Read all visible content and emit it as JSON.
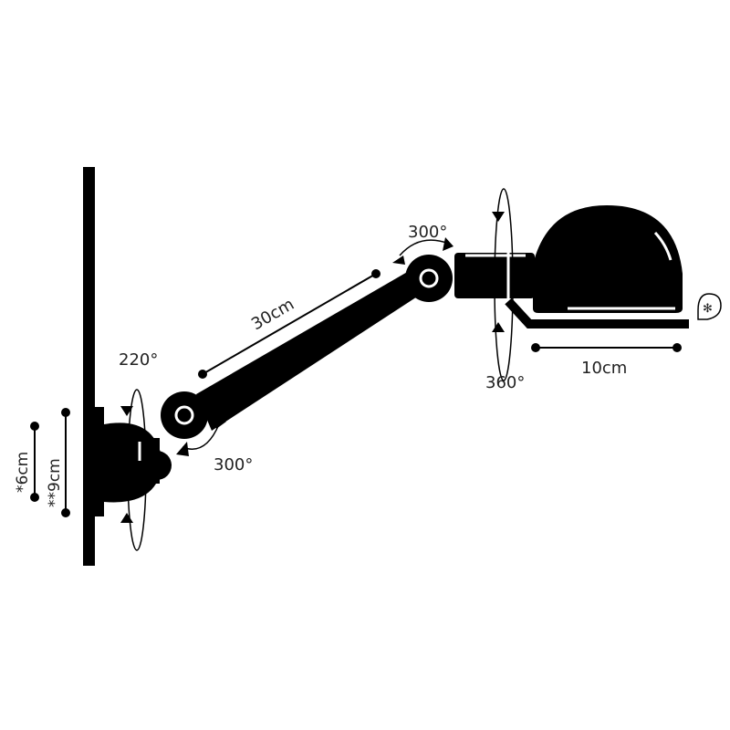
{
  "diagram": {
    "title": "Wall lamp articulated arm dimensions",
    "colors": {
      "ink": "#000000",
      "background": "#ffffff",
      "text": "#222222"
    },
    "labels": {
      "arm_length": "30cm",
      "shade_length": "10cm",
      "base_rotation": "220°",
      "elbow_rotation": "300°",
      "top_joint_rotation": "300°",
      "shade_rotation": "360°",
      "base_small": "*6cm",
      "base_large": "**9cm"
    },
    "icons": [
      "wall-icon",
      "rotation-arrow-icon",
      "dimension-line-icon",
      "bulb-drop-icon"
    ]
  }
}
